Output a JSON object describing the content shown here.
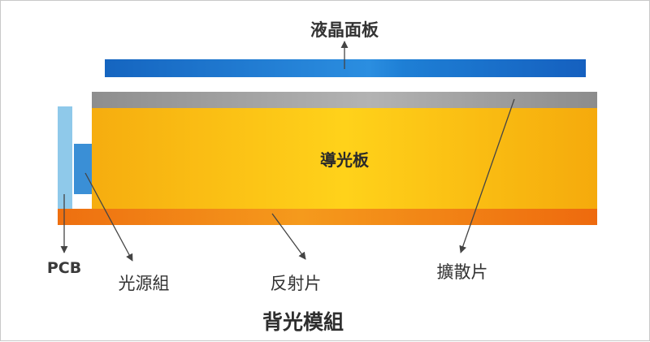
{
  "labels": {
    "lcd_panel": "液晶面板",
    "light_guide_plate": "導光板",
    "pcb": "PCB",
    "light_source": "光源組",
    "reflector": "反射片",
    "diffuser": "擴散片",
    "title": "背光模組"
  },
  "colors": {
    "lcd_panel": "#1565c0",
    "lcd_panel_highlight": "#42a5f5",
    "diffuser": "#9e9e9e",
    "light_guide_plate": "#fbbf0a",
    "reflector": "#f07b12",
    "pcb": "#8fc9ea",
    "light_source": "#3a8fd6",
    "arrow": "#444444"
  }
}
